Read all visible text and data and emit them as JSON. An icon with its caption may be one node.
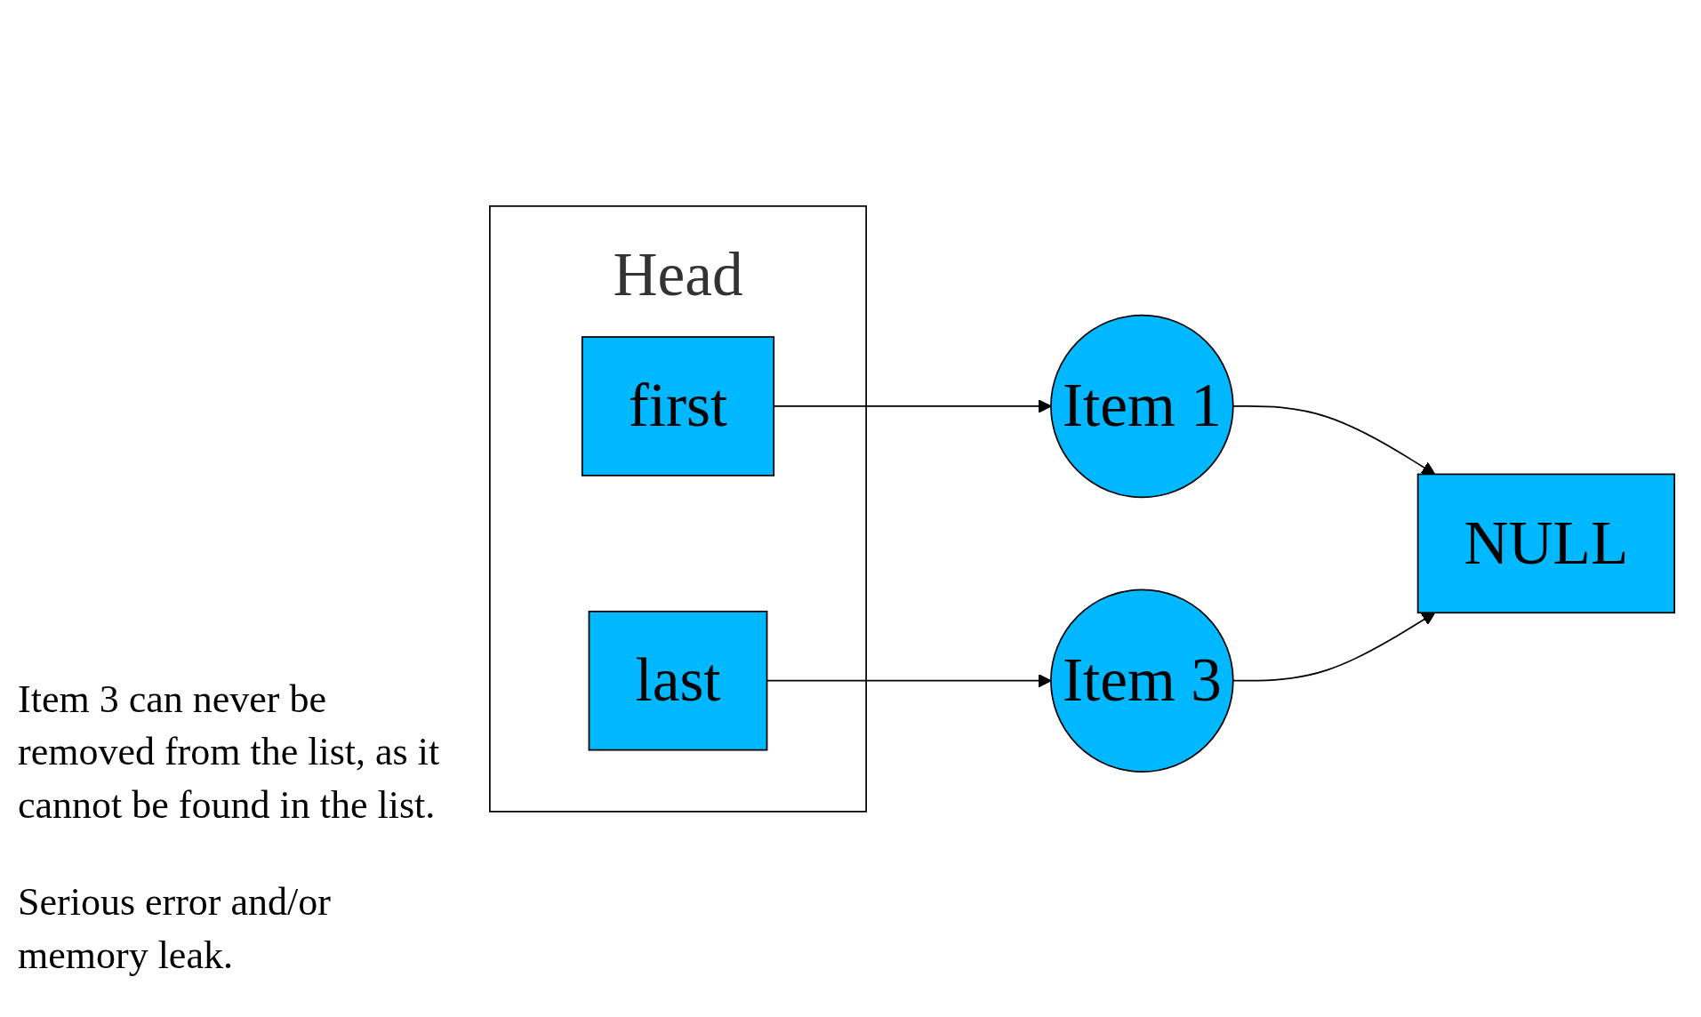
{
  "diagram": {
    "nodes": [
      {
        "text": [
          "Head"
        ]
      },
      {
        "text": [
          "first"
        ],
        "in": 0
      },
      {
        "text": [
          "last"
        ],
        "in": 0
      },
      {
        "text": [
          "Item 1"
        ]
      },
      {
        "text": [
          "Item 3"
        ]
      },
      {
        "text": [
          "NULL"
        ]
      }
    ],
    "edges": [
      {
        "from": 1,
        "to": 3,
        "arrow": "to"
      },
      {
        "from": 2,
        "to": 4,
        "arrow": "to"
      },
      {
        "from": 3,
        "to": 5,
        "arrow": "to"
      },
      {
        "from": 4,
        "to": 5,
        "arrow": "to"
      }
    ],
    "labels": [
      "Item 3 can never be removed from the list, as it cannot be found in the list.",
      "Serious error and/or memory leak."
    ]
  }
}
